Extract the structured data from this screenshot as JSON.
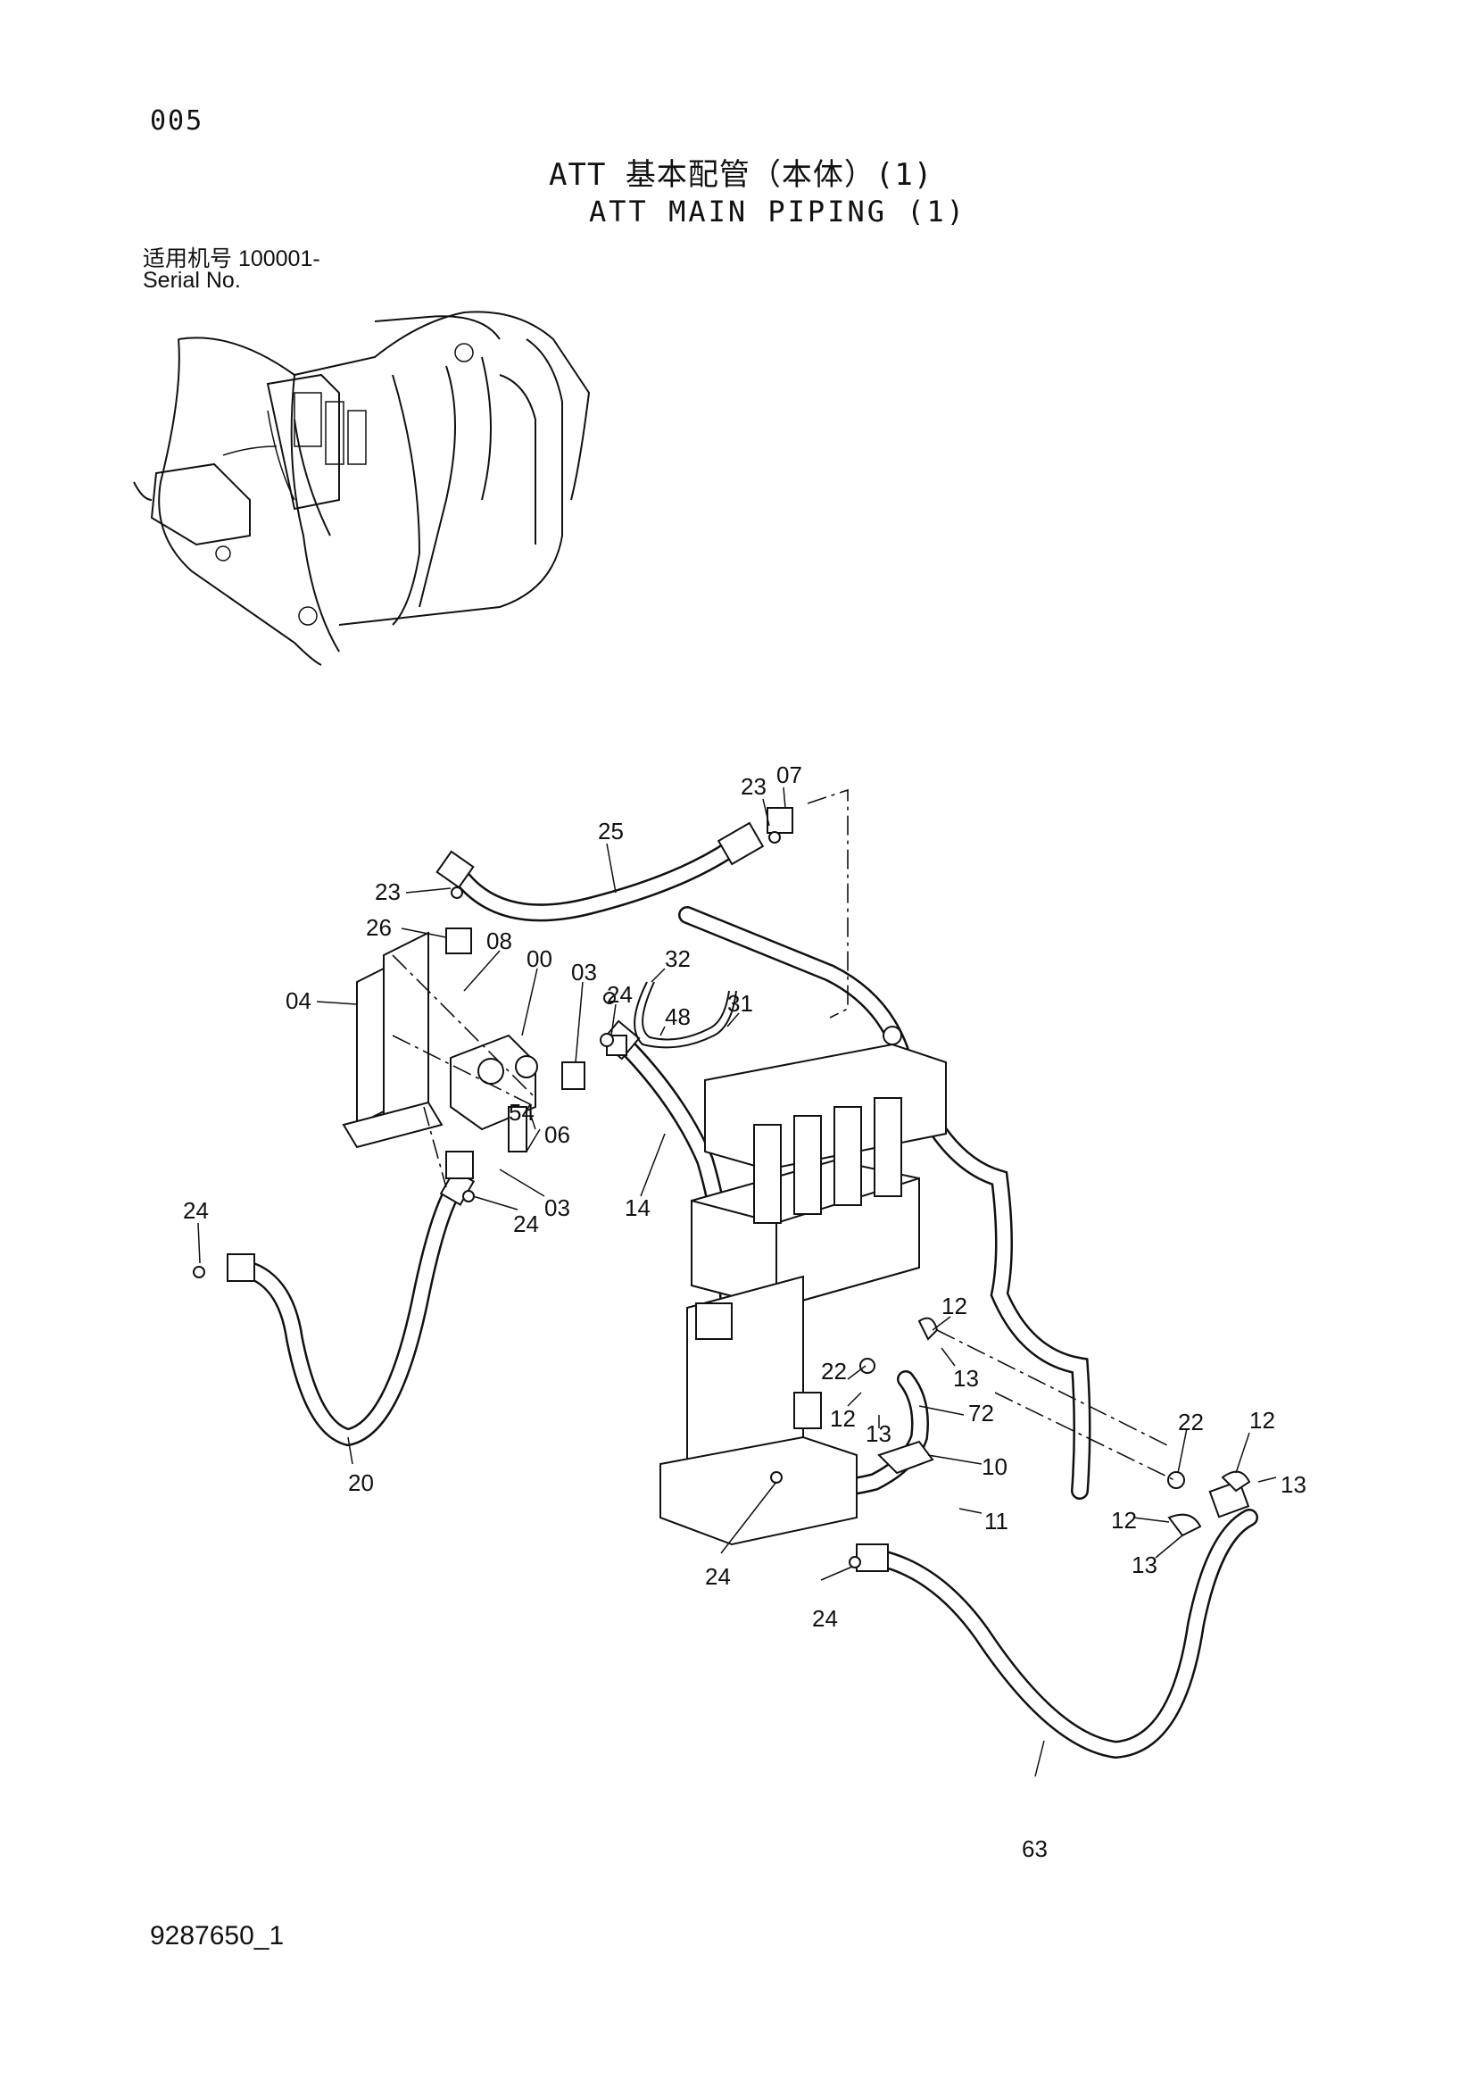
{
  "page": {
    "page_number": "005",
    "title_jp": "ATT 基本配管（本体）(1)",
    "title_en": "ATT MAIN PIPING (1)",
    "serial_jp": "适用机号  100001-",
    "serial_en": "Serial No.",
    "doc_number": "9287650_1"
  },
  "callouts": [
    {
      "id": "c-07",
      "text": "07"
    },
    {
      "id": "c-23a",
      "text": "23"
    },
    {
      "id": "c-25",
      "text": "25"
    },
    {
      "id": "c-23b",
      "text": "23"
    },
    {
      "id": "c-26",
      "text": "26"
    },
    {
      "id": "c-08",
      "text": "08"
    },
    {
      "id": "c-00",
      "text": "00"
    },
    {
      "id": "c-03a",
      "text": "03"
    },
    {
      "id": "c-32",
      "text": "32"
    },
    {
      "id": "c-24a",
      "text": "24"
    },
    {
      "id": "c-31",
      "text": "31"
    },
    {
      "id": "c-48",
      "text": "48"
    },
    {
      "id": "c-04",
      "text": "04"
    },
    {
      "id": "c-54",
      "text": "54"
    },
    {
      "id": "c-06",
      "text": "06"
    },
    {
      "id": "c-03b",
      "text": "03"
    },
    {
      "id": "c-24b",
      "text": "24"
    },
    {
      "id": "c-14",
      "text": "14"
    },
    {
      "id": "c-24c",
      "text": "24"
    },
    {
      "id": "c-20",
      "text": "20"
    },
    {
      "id": "c-12a",
      "text": "12"
    },
    {
      "id": "c-13a",
      "text": "13"
    },
    {
      "id": "c-22a",
      "text": "22"
    },
    {
      "id": "c-12b",
      "text": "12"
    },
    {
      "id": "c-13b",
      "text": "13"
    },
    {
      "id": "c-72",
      "text": "72"
    },
    {
      "id": "c-10",
      "text": "10"
    },
    {
      "id": "c-11",
      "text": "11"
    },
    {
      "id": "c-22b",
      "text": "22"
    },
    {
      "id": "c-12c",
      "text": "12"
    },
    {
      "id": "c-13c",
      "text": "13"
    },
    {
      "id": "c-12d",
      "text": "12"
    },
    {
      "id": "c-13d",
      "text": "13"
    },
    {
      "id": "c-24d",
      "text": "24"
    },
    {
      "id": "c-24e",
      "text": "24"
    },
    {
      "id": "c-63",
      "text": "63"
    }
  ]
}
